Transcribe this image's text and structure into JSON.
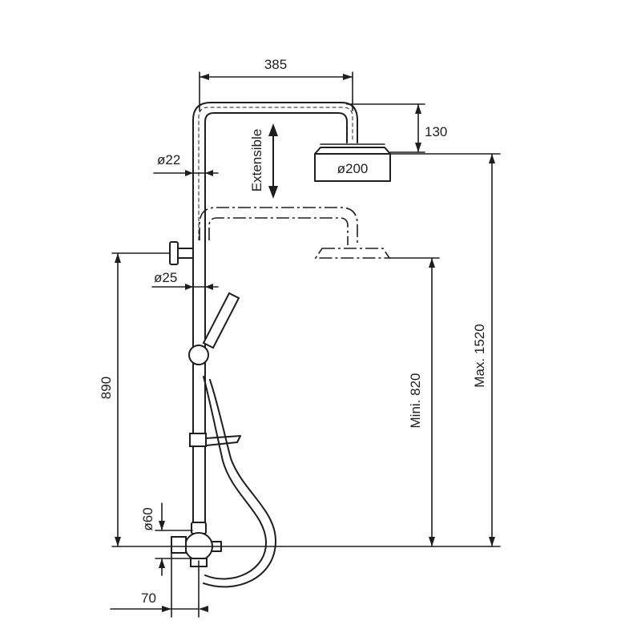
{
  "labels": {
    "width_top": "385",
    "head_height": "130",
    "pipe_diameter_top": "ø22",
    "head_diameter": "ø200",
    "extensible": "Extensible",
    "pipe_diameter_lower": "ø25",
    "height_890": "890",
    "mini_height": "Mini. 820",
    "max_height": "Max. 1520",
    "diameter_60": "ø60",
    "depth_70": "70"
  }
}
